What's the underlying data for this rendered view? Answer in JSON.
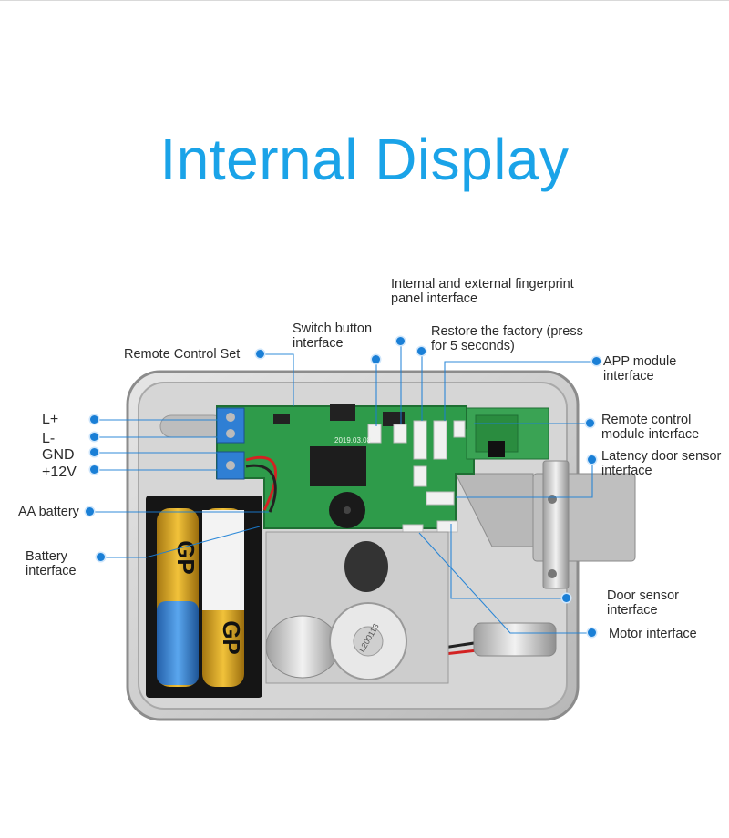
{
  "title": "Internal Display",
  "labels": {
    "fingerprint": "Internal and external fingerprint\npanel interface",
    "switch_button": "Switch button\ninterface",
    "restore": "Restore the factory (press\nfor 5 seconds)",
    "remote_set": "Remote Control Set",
    "app_module": "APP module\ninterface",
    "l_plus": "L+",
    "l_minus": "L-",
    "gnd": "GND",
    "plus12v": "+12V",
    "remote_module": "Remote control\nmodule interface",
    "latency_sensor": "Latency door sensor\ninterface",
    "aa_battery": "AA battery",
    "battery_interface": "Battery\ninterface",
    "door_sensor": "Door sensor\ninterface",
    "motor": "Motor interface"
  },
  "photo": {
    "battery_brand": "GP",
    "board_date": "2019.03.08",
    "motor_label": "L200113"
  },
  "colors": {
    "accent": "#1aa3e8",
    "leader": "#1a7fd6",
    "pcb": "#2e9b4a",
    "metal": "#c9c9c9",
    "battery_gold": "#d9a21a",
    "battery_blue": "#2f7fd4"
  }
}
